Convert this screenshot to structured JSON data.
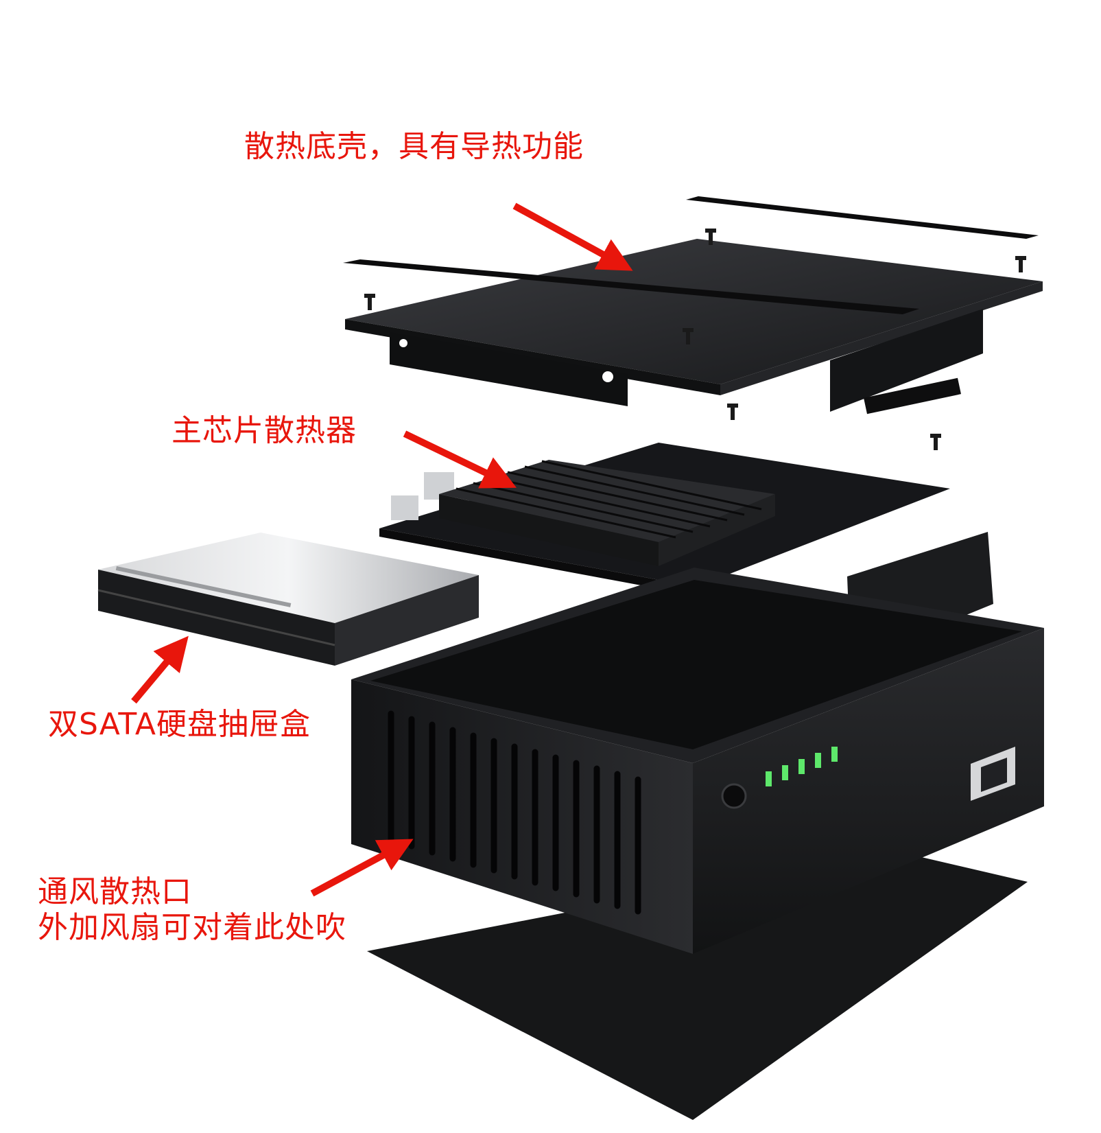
{
  "labels": {
    "top_shell": "散热底壳，具有导热功能",
    "chip_heatsink": "主芯片散热器",
    "sata_drawer": "双SATA硬盘抽屉盒",
    "vent_line1": "通风散热口",
    "vent_line2": "外加风扇可对着此处吹"
  },
  "colors": {
    "callout": "#e8160c",
    "metal_dark": "#1c1d1f",
    "metal_mid": "#2c2d30",
    "led": "#5ee86b"
  },
  "icons": [
    "arrow-icon",
    "power-button-icon",
    "brand-logo-icon"
  ]
}
